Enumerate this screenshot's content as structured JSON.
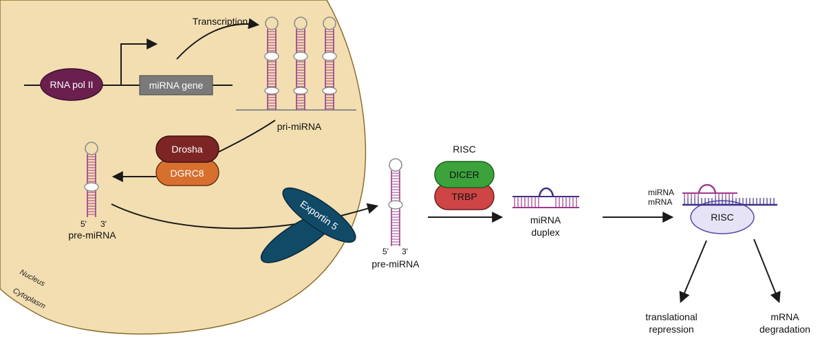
{
  "labels": {
    "transcription": "Transcription",
    "rna_pol": "RNA pol II",
    "mirna_gene": "miRNA gene",
    "pri_mirna": "pri-miRNA",
    "drosha": "Drosha",
    "dgrc8": "DGRC8",
    "pre_mirna": "pre-miRNA",
    "exportin": "Exportin 5",
    "nucleus": "Nucleus",
    "cytoplasm": "Cytoplasm",
    "five_prime": "5'",
    "three_prime": "3'",
    "risc_title": "RISC",
    "dicer": "DICER",
    "trbp": "TRBP",
    "duplex_line1": "miRNA",
    "duplex_line2": "duplex",
    "mirna": "miRNA",
    "mrna": "mRNA",
    "risc_complex": "RISC",
    "outcome1_line1": "translational",
    "outcome1_line2": "repression",
    "outcome2_line1": "mRNA",
    "outcome2_line2": "degradation"
  },
  "colors": {
    "nucleus_fill": "#f3deb1",
    "nucleus_stroke": "#8a6d2d",
    "rna_pol": "#6b1f4f",
    "gene_box": "#7a7a7a",
    "drosha": "#7d2525",
    "dgrc8": "#d7702f",
    "exportin": "#114a66",
    "dicer": "#3ca33c",
    "trbp": "#cf4444",
    "mirna_strand": "#9b3a8a",
    "mrna_strand": "#3f2d86",
    "risc_fill": "#e6e3f7",
    "risc_stroke": "#5447a8",
    "hairpin_gray": "#8c8c8c"
  }
}
